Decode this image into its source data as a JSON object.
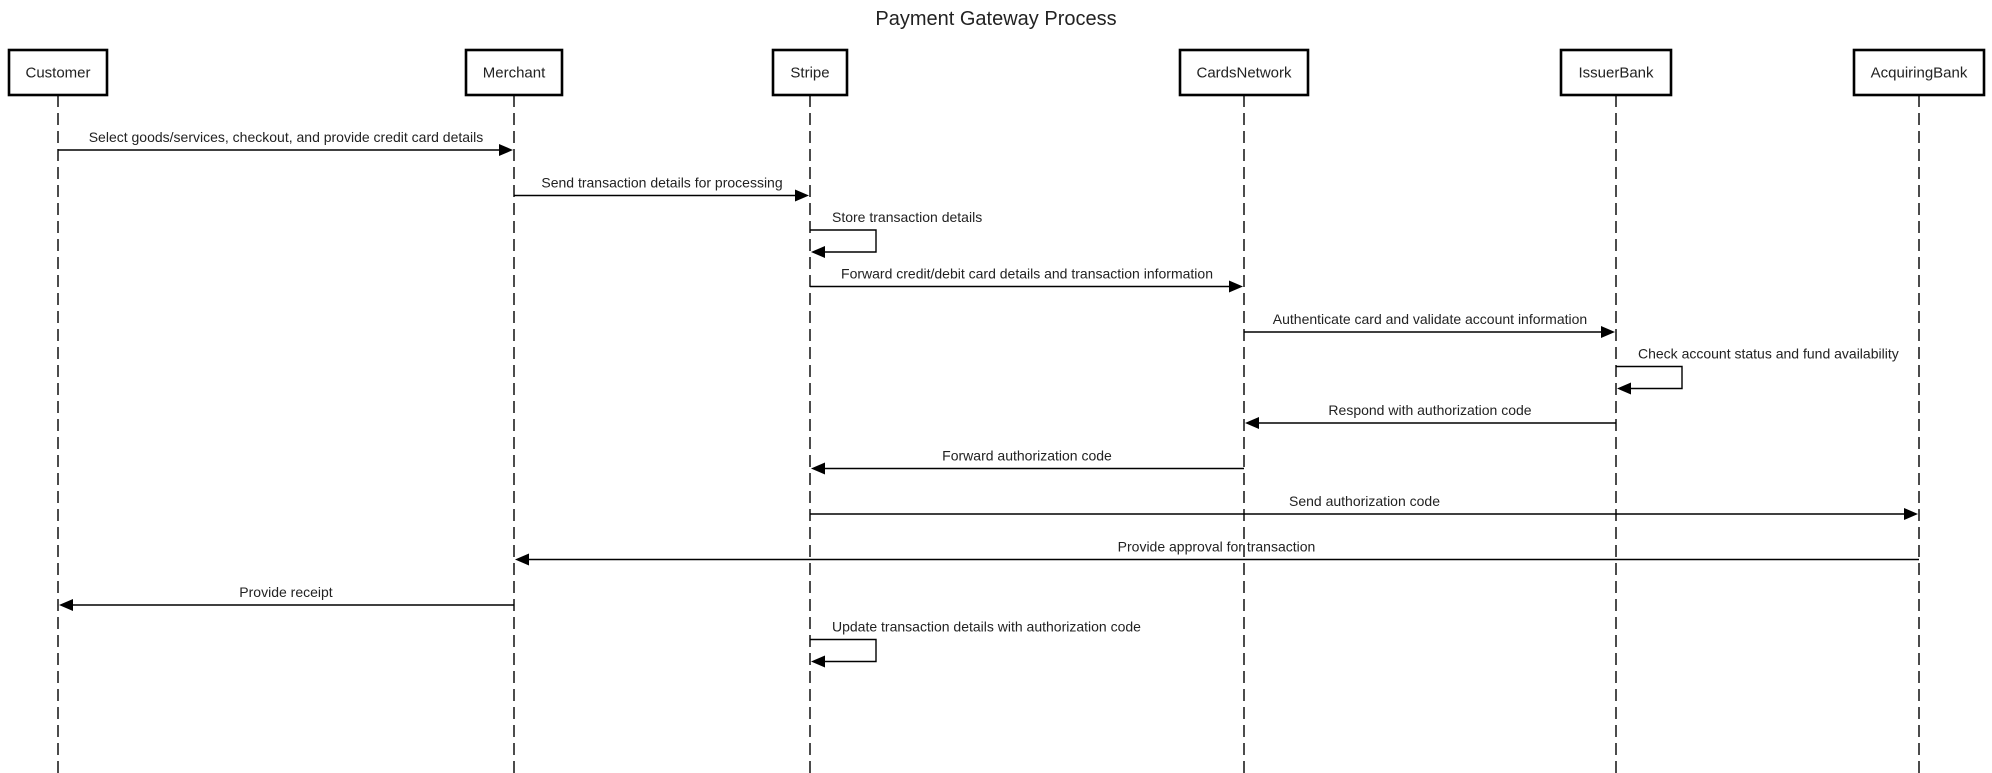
{
  "diagram": {
    "title": "Payment Gateway Process",
    "actors": [
      {
        "id": "customer",
        "label": "Customer"
      },
      {
        "id": "merchant",
        "label": "Merchant"
      },
      {
        "id": "stripe",
        "label": "Stripe"
      },
      {
        "id": "cards-network",
        "label": "CardsNetwork"
      },
      {
        "id": "issuer-bank",
        "label": "IssuerBank"
      },
      {
        "id": "acquiring-bank",
        "label": "AcquiringBank"
      }
    ],
    "messages": [
      {
        "from": 0,
        "to": 1,
        "label": "Select goods/services, checkout, and provide credit card details"
      },
      {
        "from": 1,
        "to": 2,
        "label": "Send transaction details for processing"
      },
      {
        "from": 2,
        "to": 2,
        "label": "Store transaction details"
      },
      {
        "from": 2,
        "to": 3,
        "label": "Forward credit/debit card details and transaction information"
      },
      {
        "from": 3,
        "to": 4,
        "label": "Authenticate card and validate account information"
      },
      {
        "from": 4,
        "to": 4,
        "label": "Check account status and fund availability"
      },
      {
        "from": 4,
        "to": 3,
        "label": "Respond with authorization code"
      },
      {
        "from": 3,
        "to": 2,
        "label": "Forward authorization code"
      },
      {
        "from": 2,
        "to": 5,
        "label": "Send authorization code"
      },
      {
        "from": 5,
        "to": 1,
        "label": "Provide approval for transaction"
      },
      {
        "from": 1,
        "to": 0,
        "label": "Provide receipt"
      },
      {
        "from": 2,
        "to": 2,
        "label": "Update transaction details with authorization code"
      }
    ]
  }
}
